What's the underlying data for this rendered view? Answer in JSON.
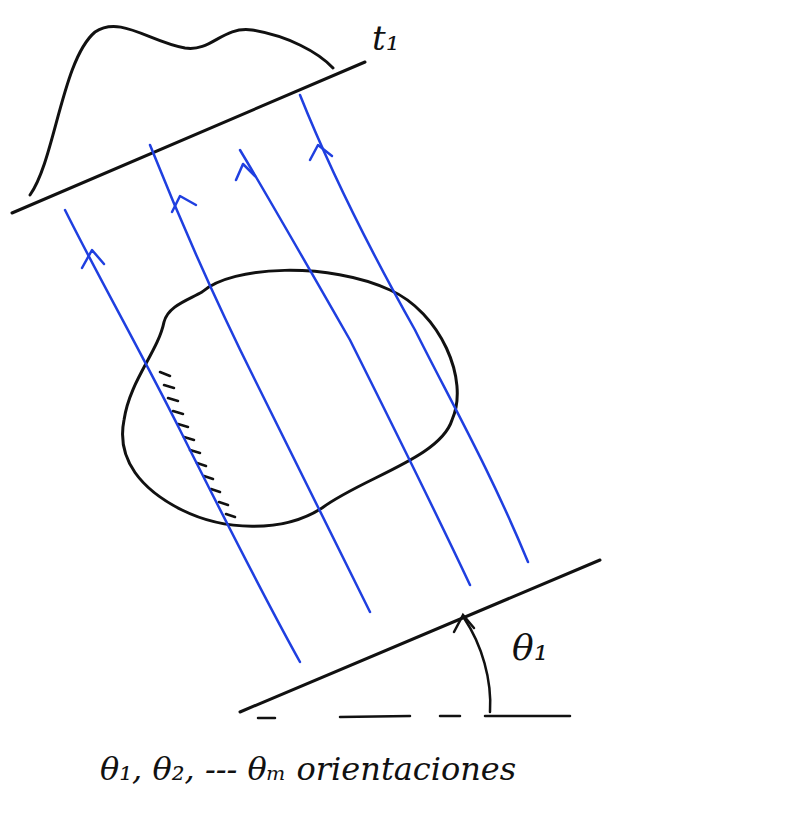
{
  "diagram": {
    "labels": [
      "t₁",
      "θ₁",
      "θ₁, θ₂, --- θₘ orientaciones"
    ]
  }
}
